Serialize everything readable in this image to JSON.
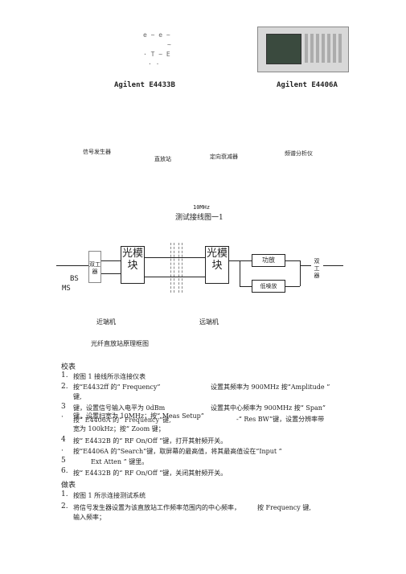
{
  "instruments": {
    "a_text_lines": [
      "e ~ e ~",
      "~",
      "· T ~ E",
      "· ·"
    ],
    "label_a": "Agilent E4433B",
    "label_b": "Agilent E4406A"
  },
  "diagram1": {
    "sig_gen": "信号发生器",
    "repeater": "直放站",
    "attenuator": "定向衰减器",
    "spectrum": "频谱分析仪",
    "ref": "10MHz",
    "caption": "测试接线图一1"
  },
  "diagram2": {
    "duplexer_left": "双工器",
    "optical_left": "光模块",
    "optical_right": "光模块",
    "pa": "功放",
    "lna": "低噪放",
    "duplexer_right": "双工器",
    "bs": "BS",
    "ms": "MS",
    "near": "近端机",
    "remote": "远端机",
    "caption": "光纤直放站原理框图"
  },
  "calibration": {
    "heading": "校表",
    "items": [
      {
        "num": "1.",
        "left": "按图 1 接线所示连接仪表"
      },
      {
        "num": "2.",
        "left": "按“E4432ff 的“ Frequency”",
        "right": "设置其频率为 900MHz 按“Amplitude ”",
        "cont": "键,"
      },
      {
        "num": "3",
        "left": "键，设置信号输入电平为 0dBm",
        "right": "设置其中心频率为 900MHz 按“ Span”"
      },
      {
        "num": "·",
        "left": "键，设置扫宽为 10MHz；按“ Meas Setup”",
        "overlay": "按“ E4406A 的“ Frequency”键,",
        "right": "-“ Res BW”键，设置分辨率带",
        "cont": "宽为 100kHz；按“ Zoom 键；"
      },
      {
        "num": "4",
        "left": "按“ E4432B 的“ RF On/Off ”键，打开其射频开关。"
      },
      {
        "num": "·",
        "left": "按“E4406A 的“Search”键，取屏幕的最高值，将其最高值设在“Input ”"
      },
      {
        "num": "5",
        "left": "Ext Atten ” 键里。"
      },
      {
        "num": "6.",
        "left": "按“ E4432B 的“ RF On/Off ”键，关闭其射频开关。"
      }
    ]
  },
  "test": {
    "heading": "做表",
    "items": [
      {
        "num": "1.",
        "left": "按图 1 所示连接测试系统"
      },
      {
        "num": "2.",
        "left": "将信号发生器设置为该直放站工作频率范围内的中心频率，",
        "right": "按 Frequency 键,",
        "cont": "输入频率；"
      }
    ]
  }
}
